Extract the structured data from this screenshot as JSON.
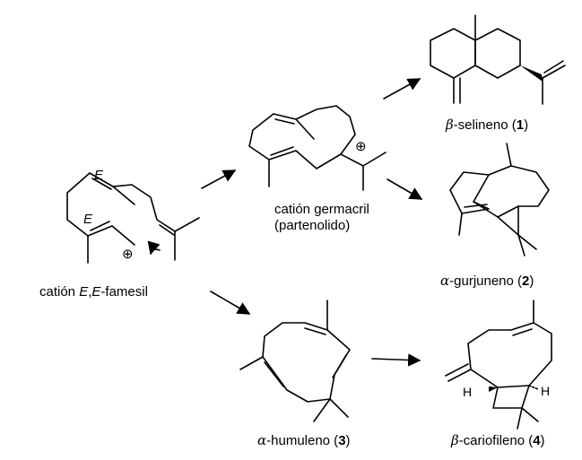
{
  "labels": {
    "farnesyl": {
      "pre": "catión ",
      "e1": "E",
      "comma": ",",
      "e2": "E",
      "post": "-famesil"
    },
    "germacryl": {
      "line1": "catión germacril",
      "line2": "(partenolido)"
    },
    "selinene": {
      "greek": "β",
      "name": "-selineno (",
      "num": "1",
      "close": ")"
    },
    "gurjunene": {
      "greek": "α",
      "name": "-gurjuneno (",
      "num": "2",
      "close": ")"
    },
    "humulene": {
      "greek": "α",
      "name": "-humuleno (",
      "num": "3",
      "close": ")"
    },
    "caryophyllene": {
      "greek": "β",
      "name": "-cariofileno (",
      "num": "4",
      "close": ")"
    }
  },
  "stereo_marks": {
    "e_top": "E",
    "e_bottom": "E"
  },
  "cation_symbol": "⊕",
  "hydrogen": "H"
}
